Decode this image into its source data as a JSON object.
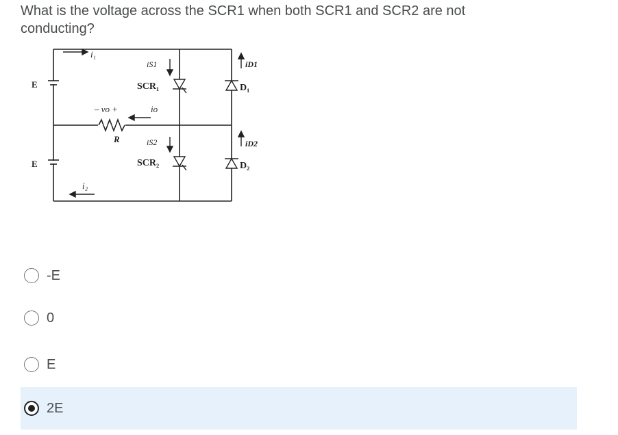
{
  "question": {
    "text": "What is the voltage across the SCR1  when both SCR1 and SCR2 are not conducting?"
  },
  "circuit": {
    "labels": {
      "e_top": "E",
      "e_bottom": "E",
      "i1": "i₁",
      "i2": "i₂",
      "is1": "iS1",
      "scr1": "SCR₁",
      "id1": "iD1",
      "d1": "D₁",
      "vo": "– vo +",
      "io": "io",
      "r": "R",
      "is2": "iS2",
      "scr2": "SCR₂",
      "id2": "iD2",
      "d2": "D₂"
    }
  },
  "options": [
    {
      "label": "-E",
      "selected": false
    },
    {
      "label": "0",
      "selected": false
    },
    {
      "label": "E",
      "selected": false
    },
    {
      "label": "2E",
      "selected": true
    }
  ],
  "colors": {
    "text": "#494c4e",
    "selected_bg": "#e7f1fb",
    "radio_border": "#6e7376",
    "radio_checked": "#202122"
  }
}
